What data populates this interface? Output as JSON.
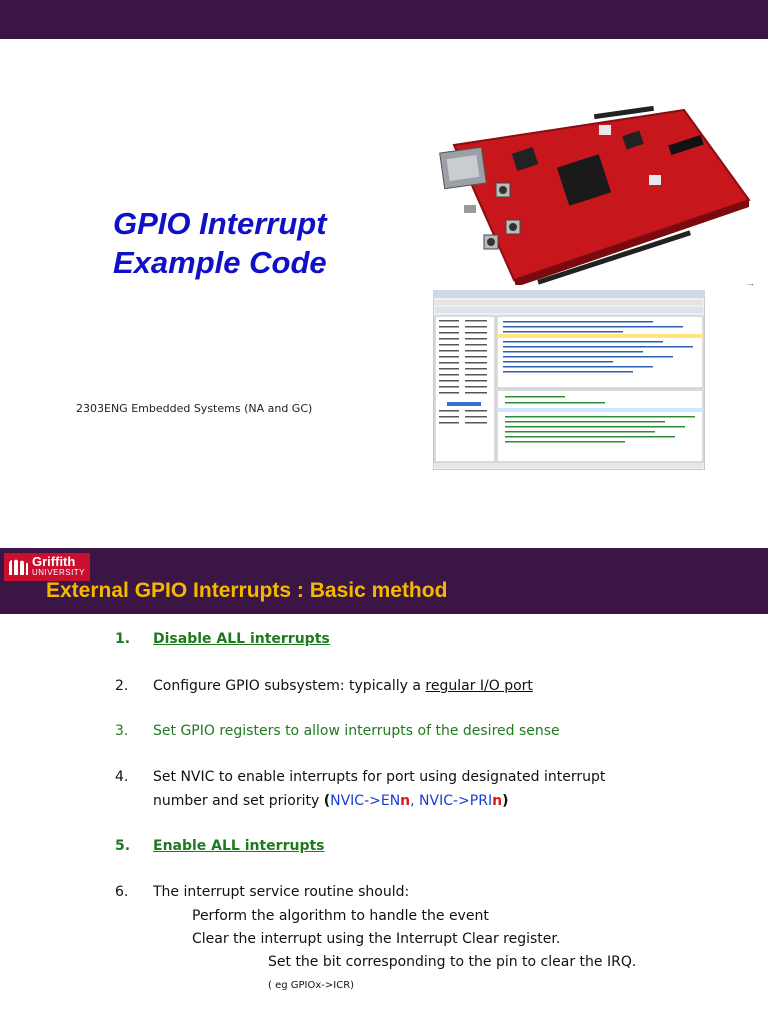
{
  "slide1": {
    "title_line1": "GPIO Interrupt",
    "title_line2": "Example Code",
    "subtitle": "2303ENG Embedded Systems (NA and GC)",
    "stray_mark": "→",
    "colors": {
      "topbar": "#3b1544",
      "title": "#1010c8"
    }
  },
  "slide2": {
    "logo_main": "Griffith",
    "logo_sub": "UNIVERSITY",
    "heading": "External GPIO Interrupts : Basic method",
    "colors": {
      "band": "#3b1544",
      "heading": "#f5b800",
      "green": "#1f7a1f",
      "blue": "#1a3ad6",
      "red": "#d81a1a"
    },
    "items": [
      {
        "num": "1.",
        "text": "Disable ALL interrupts"
      },
      {
        "num": "2.",
        "text_before": "Configure GPIO subsystem: typically a ",
        "text_link": "regular I/O port"
      },
      {
        "num": "3.",
        "text": "Set GPIO registers to allow interrupts of the desired sense"
      },
      {
        "num": "4.",
        "line1": "Set NVIC to enable interrupts for port using designated interrupt",
        "line2_prefix": "number and set priority ",
        "paren_open": "(",
        "reg1": "NVIC->EN",
        "reg1_suffix": "n",
        "comma": ", ",
        "reg2": "NVIC->PRI",
        "reg2_suffix": "n",
        "paren_close": ")"
      },
      {
        "num": "5.",
        "text": "Enable ALL interrupts"
      },
      {
        "num": "6.",
        "text": "The interrupt service routine should:",
        "sub1": "Perform the algorithm to handle the event",
        "sub2": "Clear the interrupt using the Interrupt Clear register.",
        "sub3": "Set the bit corresponding to the pin to clear the IRQ.",
        "sub4": "( eg GPIOx->ICR)"
      }
    ]
  }
}
